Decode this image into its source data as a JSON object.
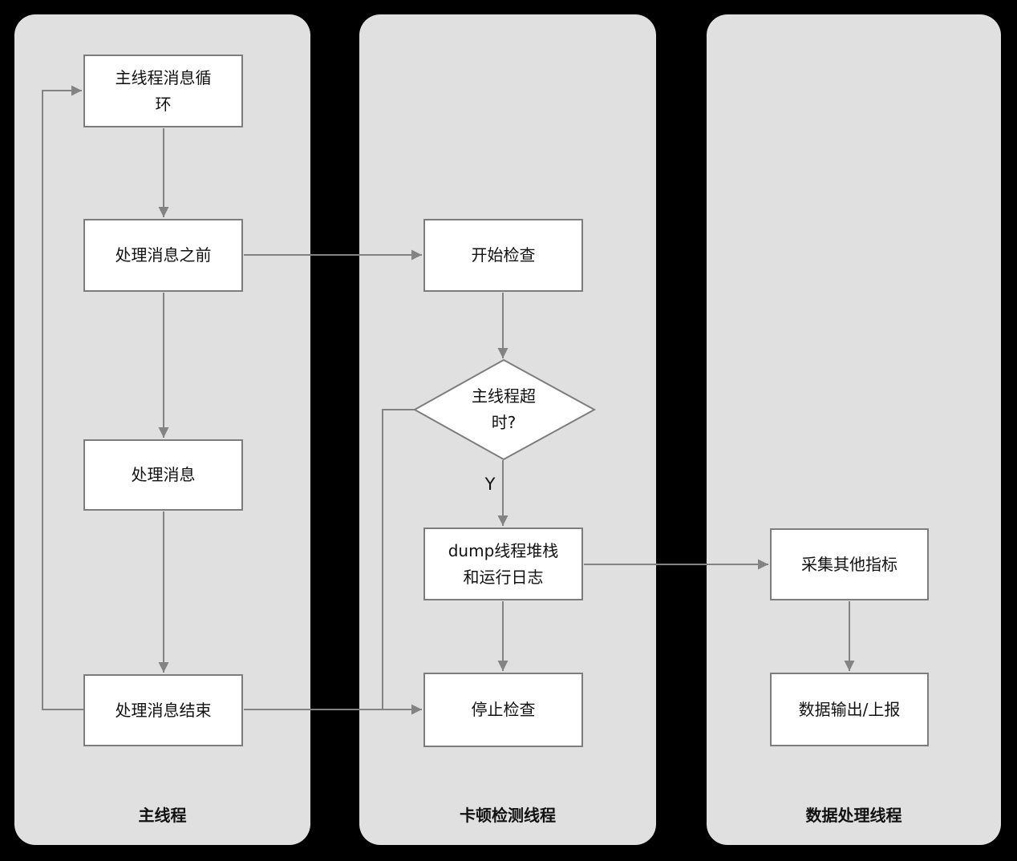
{
  "lanes": [
    {
      "title": "主线程"
    },
    {
      "title": "卡顿检测线程"
    },
    {
      "title": "数据处理线程"
    }
  ],
  "nodes": {
    "main_loop": {
      "label": "主线程消息循\n环"
    },
    "before_msg": {
      "label": "处理消息之前"
    },
    "process_msg": {
      "label": "处理消息"
    },
    "end_msg": {
      "label": "处理消息结束"
    },
    "start_check": {
      "label": "开始检查"
    },
    "timeout_q": {
      "label": "主线程超\n时?"
    },
    "dump": {
      "label": "dump线程堆栈\n和运行日志"
    },
    "stop_check": {
      "label": "停止检查"
    },
    "collect": {
      "label": "采集其他指标"
    },
    "output": {
      "label": "数据输出/上报"
    }
  },
  "edges": {
    "yes_label": "Y"
  },
  "colors": {
    "background": "#000000",
    "lane_fill": "#e0e0e0",
    "box_fill": "#ffffff",
    "box_border": "#7d7d7d",
    "connector": "#838383",
    "text": "#111111"
  }
}
